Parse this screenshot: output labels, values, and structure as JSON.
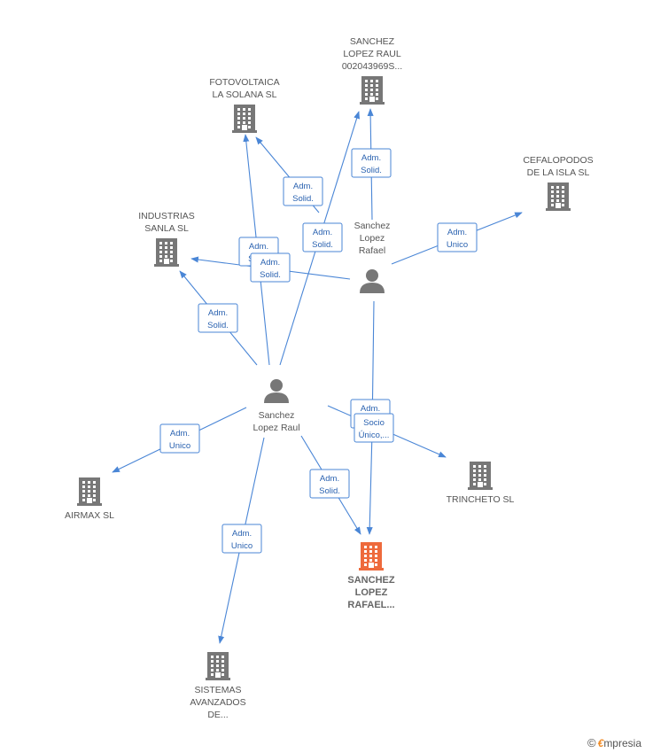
{
  "colors": {
    "edge": "#4a86d6",
    "building": "#777777",
    "building_main": "#ee6a3c",
    "person": "#777777"
  },
  "nodes": [
    {
      "id": "sanchez_lopez_raul_co",
      "type": "company",
      "label": [
        "SANCHEZ",
        "LOPEZ RAUL",
        "002043969S..."
      ]
    },
    {
      "id": "fotovoltaica",
      "type": "company",
      "label": [
        "FOTOVOLTAICA",
        "LA SOLANA SL"
      ]
    },
    {
      "id": "cefalopodos",
      "type": "company",
      "label": [
        "CEFALOPODOS",
        "DE LA ISLA  SL"
      ]
    },
    {
      "id": "industrias",
      "type": "company",
      "label": [
        "INDUSTRIAS",
        "SANLA SL"
      ]
    },
    {
      "id": "rafael_person",
      "type": "person",
      "label": [
        "Sanchez",
        "Lopez",
        "Rafael"
      ]
    },
    {
      "id": "raul_person",
      "type": "person",
      "label": [
        "Sanchez",
        "Lopez Raul"
      ]
    },
    {
      "id": "airmax",
      "type": "company",
      "label": [
        "AIRMAX SL"
      ]
    },
    {
      "id": "trincheto",
      "type": "company",
      "label": [
        "TRINCHETO  SL"
      ]
    },
    {
      "id": "main_company",
      "type": "company_main",
      "label": [
        "SANCHEZ",
        "LOPEZ",
        "RAFAEL..."
      ]
    },
    {
      "id": "sistemas",
      "type": "company",
      "label": [
        "SISTEMAS",
        "AVANZADOS",
        "DE..."
      ]
    }
  ],
  "edges": [
    {
      "from": "raul_person",
      "to": "fotovoltaica",
      "label": [
        "Adm.",
        "Solid."
      ]
    },
    {
      "from": "rafael_person",
      "to": "fotovoltaica",
      "label": [
        "Adm.",
        "Solid."
      ]
    },
    {
      "from": "raul_person",
      "to": "sanchez_lopez_raul_co",
      "label": [
        "Adm.",
        "Solid."
      ]
    },
    {
      "from": "rafael_person",
      "to": "sanchez_lopez_raul_co",
      "label": [
        "Adm.",
        "Solid."
      ]
    },
    {
      "from": "rafael_person",
      "to": "cefalopodos",
      "label": [
        "Adm.",
        "Unico"
      ]
    },
    {
      "from": "rafael_person",
      "to": "industrias",
      "label": [
        "Adm.",
        "Solid."
      ]
    },
    {
      "from": "raul_person",
      "to": "industrias",
      "label": [
        "Adm.",
        "Solid."
      ]
    },
    {
      "from": "raul_person",
      "to": "airmax",
      "label": [
        "Adm.",
        "Unico"
      ]
    },
    {
      "from": "raul_person",
      "to": "trincheto",
      "label": [
        "Adm.",
        "Solid."
      ]
    },
    {
      "from": "rafael_person",
      "to": "main_company",
      "label": [
        "Socio",
        "Único,..."
      ]
    },
    {
      "from": "raul_person",
      "to": "main_company",
      "label": [
        "Adm.",
        "Solid."
      ]
    },
    {
      "from": "raul_person",
      "to": "sistemas",
      "label": [
        "Adm.",
        "Unico"
      ]
    }
  ],
  "watermark": {
    "copyright": "©",
    "brand_first": "€",
    "brand_rest": "mpresia"
  }
}
